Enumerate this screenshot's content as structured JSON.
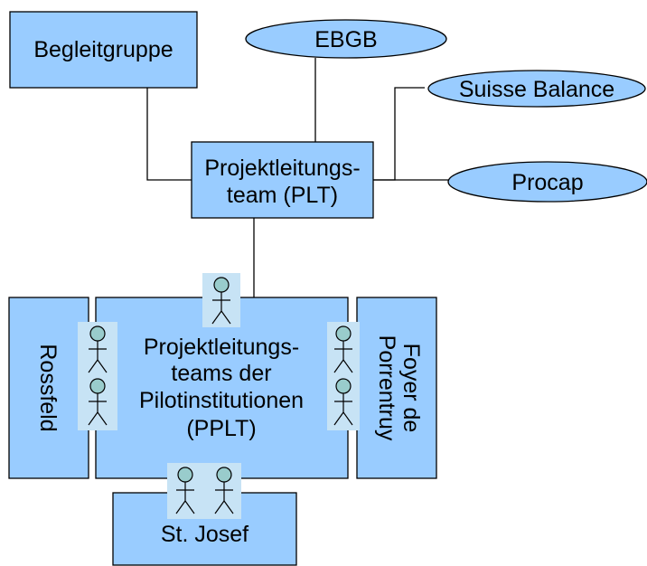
{
  "nodes": {
    "begleitgruppe": "Begleitgruppe",
    "ebgb": "EBGB",
    "suisse_balance": "Suisse Balance",
    "procap": "Procap",
    "plt_line1": "Projektleitungs-",
    "plt_line2": "team (PLT)",
    "rossfeld": "Rossfeld",
    "ppl_line1": "Projektleitungs-",
    "ppl_line2": "teams der",
    "ppl_line3": "Pilotinstitutionen",
    "ppl_line4": "(PPLT)",
    "foyer_line1": "Foyer de",
    "foyer_line2": "Porrentruy",
    "st_josef": "St. Josef"
  },
  "colors": {
    "box_fill": "#99ccff",
    "person_head": "#99cccc",
    "icon_background": "#c7e3f5"
  },
  "icons": [
    "person-icon"
  ]
}
